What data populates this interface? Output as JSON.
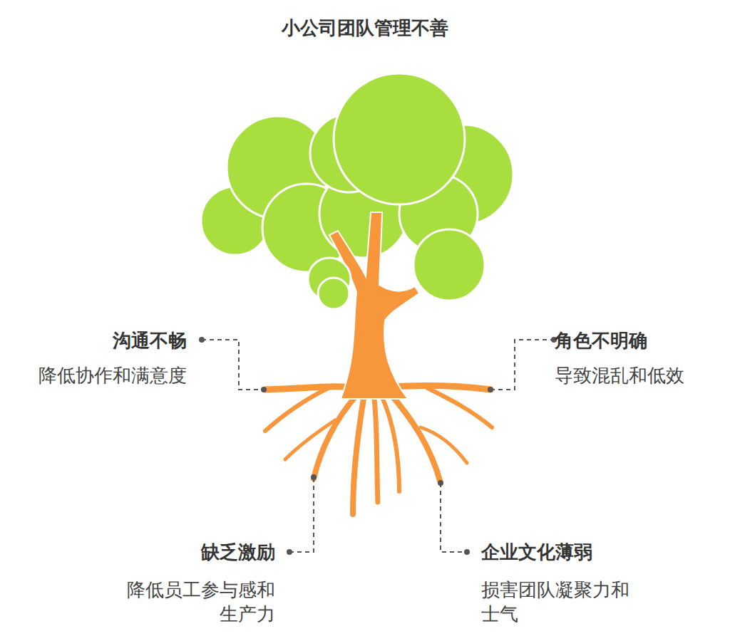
{
  "diagram": {
    "title": "小公司团队管理不善",
    "labels": [
      "沟通不畅",
      "降低协作和满意度",
      "角色不明确",
      "导致混乱和低效",
      "缺乏激励",
      "降低员工参与感和 生产力",
      "企业文化薄弱",
      "损害团队凝聚力和 士气"
    ]
  }
}
